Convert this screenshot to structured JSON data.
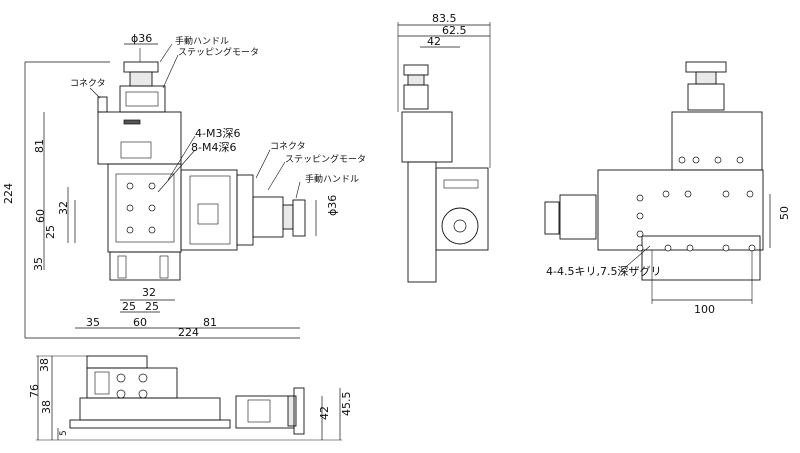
{
  "top_view": {
    "dims": {
      "phi36": "ϕ36",
      "d224_v": "224",
      "d81_v": "81",
      "d60_v": "60",
      "d32_v": "32",
      "d25_v": "25",
      "d35_v": "35",
      "d32_h": "32",
      "d25a_h": "25",
      "d25b_h": "25",
      "d35_h": "35",
      "d60_h": "60",
      "d81_h": "81",
      "d224_h": "224",
      "phi36_r": "ϕ36"
    },
    "labels": {
      "manual_handle_top": "手動ハンドル",
      "stepping_motor_top": "ステッピングモータ",
      "connector_left": "コネクタ",
      "m3": "4-M3深6",
      "m4": "8-M4深6",
      "connector_right": "コネクタ",
      "stepping_motor_right": "ステッピングモータ",
      "manual_handle_right": "手動ハンドル"
    }
  },
  "side_view": {
    "dims": {
      "d83_5": "83.5",
      "d62_5": "62.5",
      "d42": "42"
    }
  },
  "right_view": {
    "dims": {
      "d50": "50",
      "d100": "100"
    },
    "labels": {
      "holes": "4-4.5キリ,7.5深ザグリ"
    }
  },
  "front_view": {
    "dims": {
      "d76": "76",
      "d38a": "38",
      "d38b": "38",
      "d5": "5",
      "d42": "42",
      "d45_5": "45.5"
    }
  }
}
